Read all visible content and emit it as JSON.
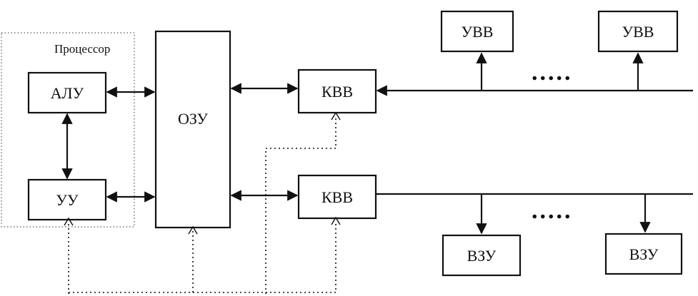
{
  "diagram": {
    "processor_label": "Процессор",
    "blocks": {
      "alu": "АЛУ",
      "cu": "УУ",
      "ram": "ОЗУ",
      "io_ctrl_top": "КВВ",
      "io_ctrl_bottom": "КВВ",
      "io_dev_1": "УВВ",
      "io_dev_2": "УВВ",
      "ext_mem_1": "ВЗУ",
      "ext_mem_2": "ВЗУ"
    },
    "ellipsis": "....."
  }
}
